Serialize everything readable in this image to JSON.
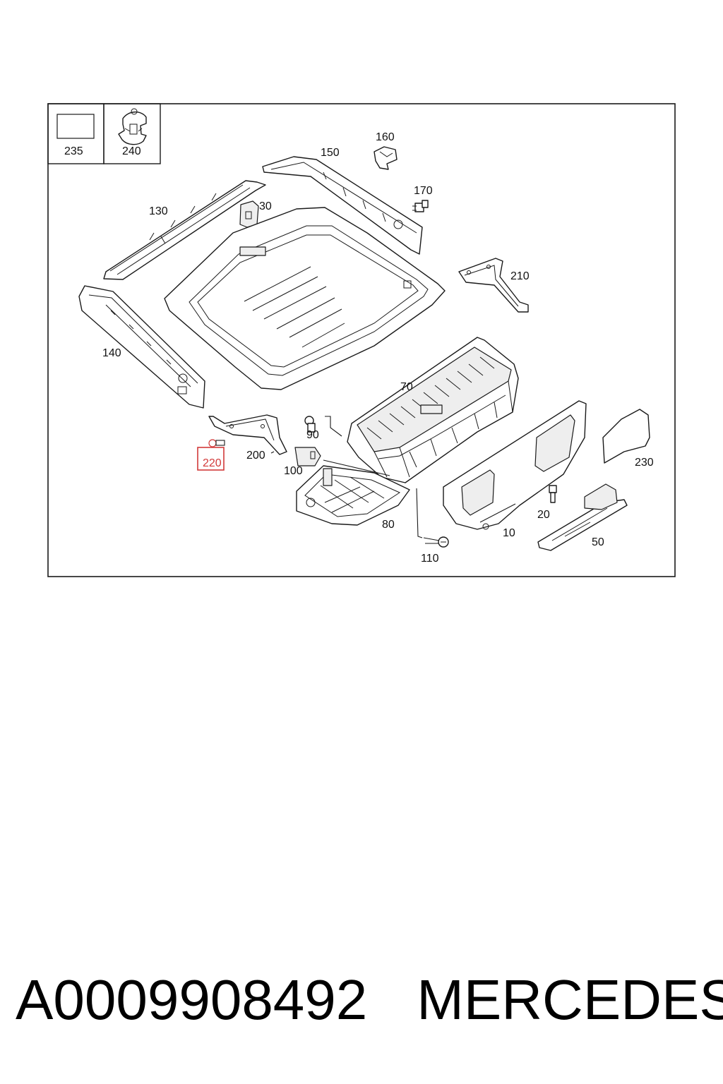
{
  "diagram": {
    "legend_boxes": [
      {
        "label": "235"
      },
      {
        "label": "240"
      }
    ],
    "callouts": {
      "c10": "10",
      "c20": "20",
      "c30": "30",
      "c50": "50",
      "c70": "70",
      "c80": "80",
      "c90": "90",
      "c100": "100",
      "c110": "110",
      "c130": "130",
      "c140": "140",
      "c150": "150",
      "c160": "160",
      "c170": "170",
      "c200": "200",
      "c210": "210",
      "c220": "220",
      "c230": "230"
    },
    "highlighted_part": "220",
    "highlight_color": "#d23a3a"
  },
  "caption": {
    "part_number": "A0009908492",
    "brand": "MERCEDES"
  }
}
